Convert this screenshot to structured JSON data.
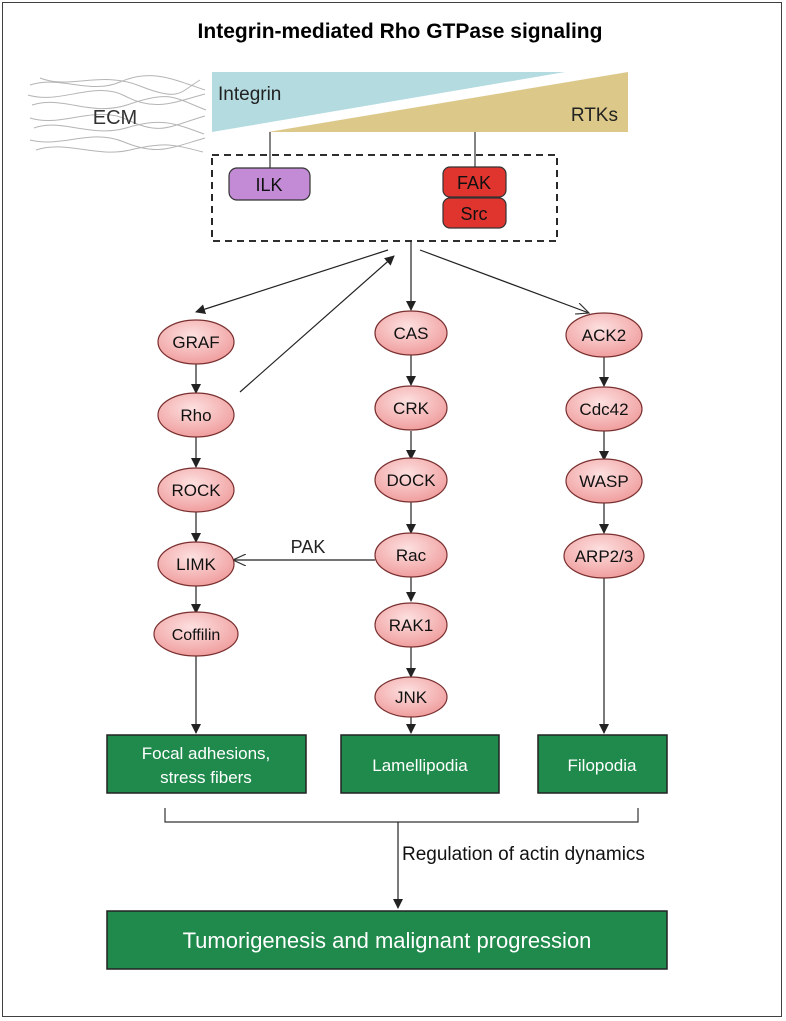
{
  "title": "Integrin-mediated Rho GTPase signaling",
  "ecm_label": "ECM",
  "integrin_label": "Integrin",
  "rtks_label": "RTKs",
  "top_nodes": {
    "ilk": "ILK",
    "fak": "FAK",
    "src": "Src"
  },
  "columns": {
    "left": [
      "GRAF",
      "Rho",
      "ROCK",
      "LIMK",
      "Coffilin"
    ],
    "middle": [
      "CAS",
      "CRK",
      "DOCK",
      "Rac",
      "RAK1",
      "JNK"
    ],
    "right": [
      "ACK2",
      "Cdc42",
      "WASP",
      "ARP2/3"
    ]
  },
  "pak_label": "PAK",
  "outcomes": {
    "focal_line1": "Focal adhesions,",
    "focal_line2": "stress fibers",
    "lamellipodia": "Lamellipodia",
    "filopodia": "Filopodia"
  },
  "regulation_label": "Regulation of actin dynamics",
  "final_label": "Tumorigenesis and malignant progression",
  "colors": {
    "node_fill": "#f4a9a9",
    "node_stroke": "#7a3030",
    "ilk_fill": "#c38bd6",
    "fak_fill": "#e0342f",
    "outcome_fill": "#1f8a4c",
    "integrin_wedge": "#b3dbe0",
    "rtk_wedge": "#dcc98a"
  }
}
